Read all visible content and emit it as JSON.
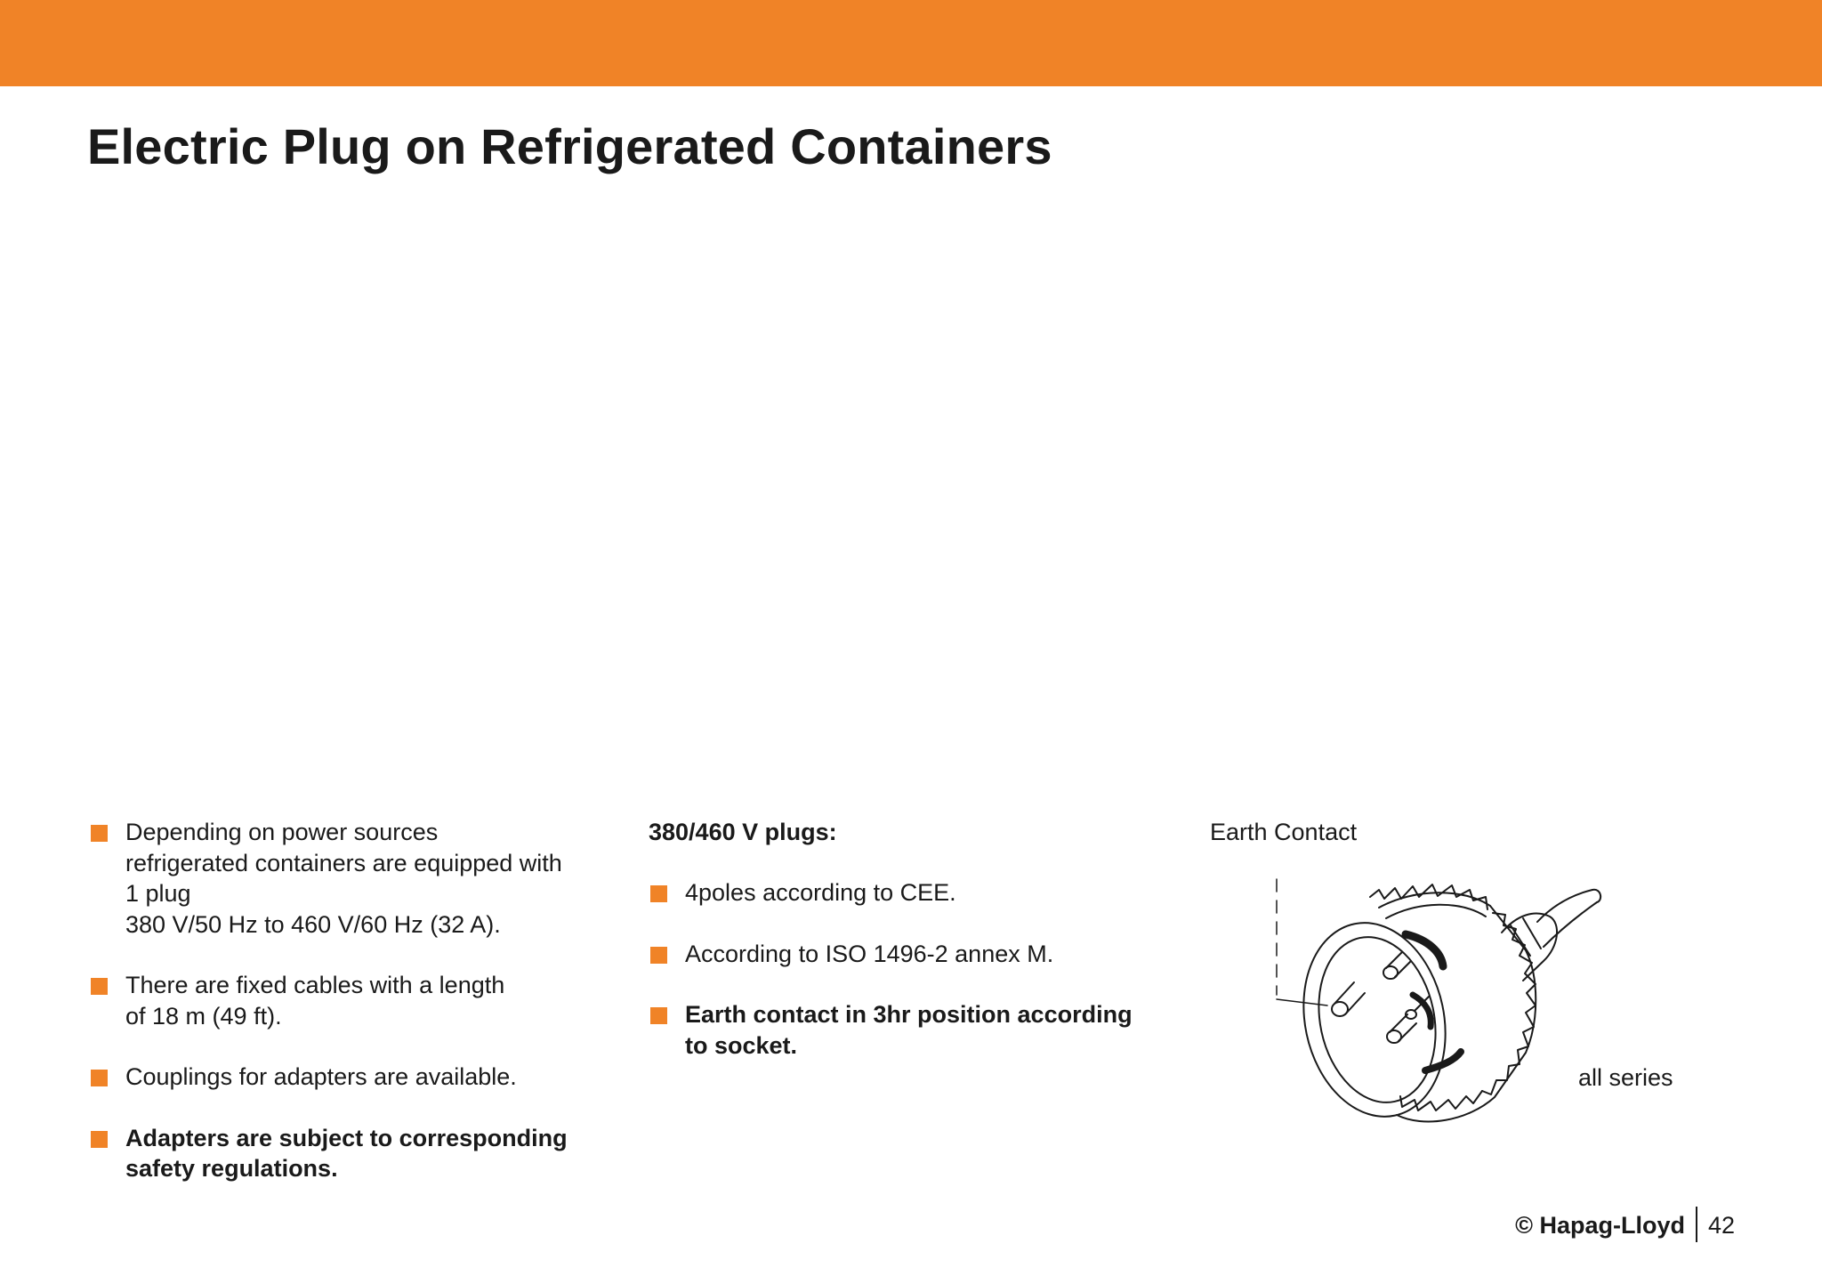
{
  "header": {
    "title": "Electric Plug on Refrigerated Containers"
  },
  "left_column": {
    "items": [
      {
        "lines": [
          "Depending on power sources",
          "refrigerated containers are equipped with",
          "1 plug",
          "380 V/50 Hz to 460 V/60 Hz (32 A)."
        ]
      },
      {
        "lines": [
          "There are fixed cables with a length",
          "of 18 m (49 ft)."
        ]
      },
      {
        "lines": [
          "Couplings for adapters are available."
        ]
      },
      {
        "lines": [
          "Adapters are subject to corresponding",
          "safety regulations."
        ]
      }
    ]
  },
  "middle_column": {
    "heading": "380/460 V plugs:",
    "items": [
      {
        "lines": [
          "4poles according to CEE."
        ]
      },
      {
        "lines": [
          "According to ISO 1496-2 annex M."
        ]
      },
      {
        "lines": [
          "Earth contact in 3hr position according",
          "to socket."
        ]
      }
    ]
  },
  "figure": {
    "earth_label": "Earth Contact",
    "series_label": "all series"
  },
  "footer": {
    "brand": "© Hapag-Lloyd",
    "page_number": "42"
  },
  "colors": {
    "accent": "#f08327",
    "text": "#1a1a1a"
  }
}
